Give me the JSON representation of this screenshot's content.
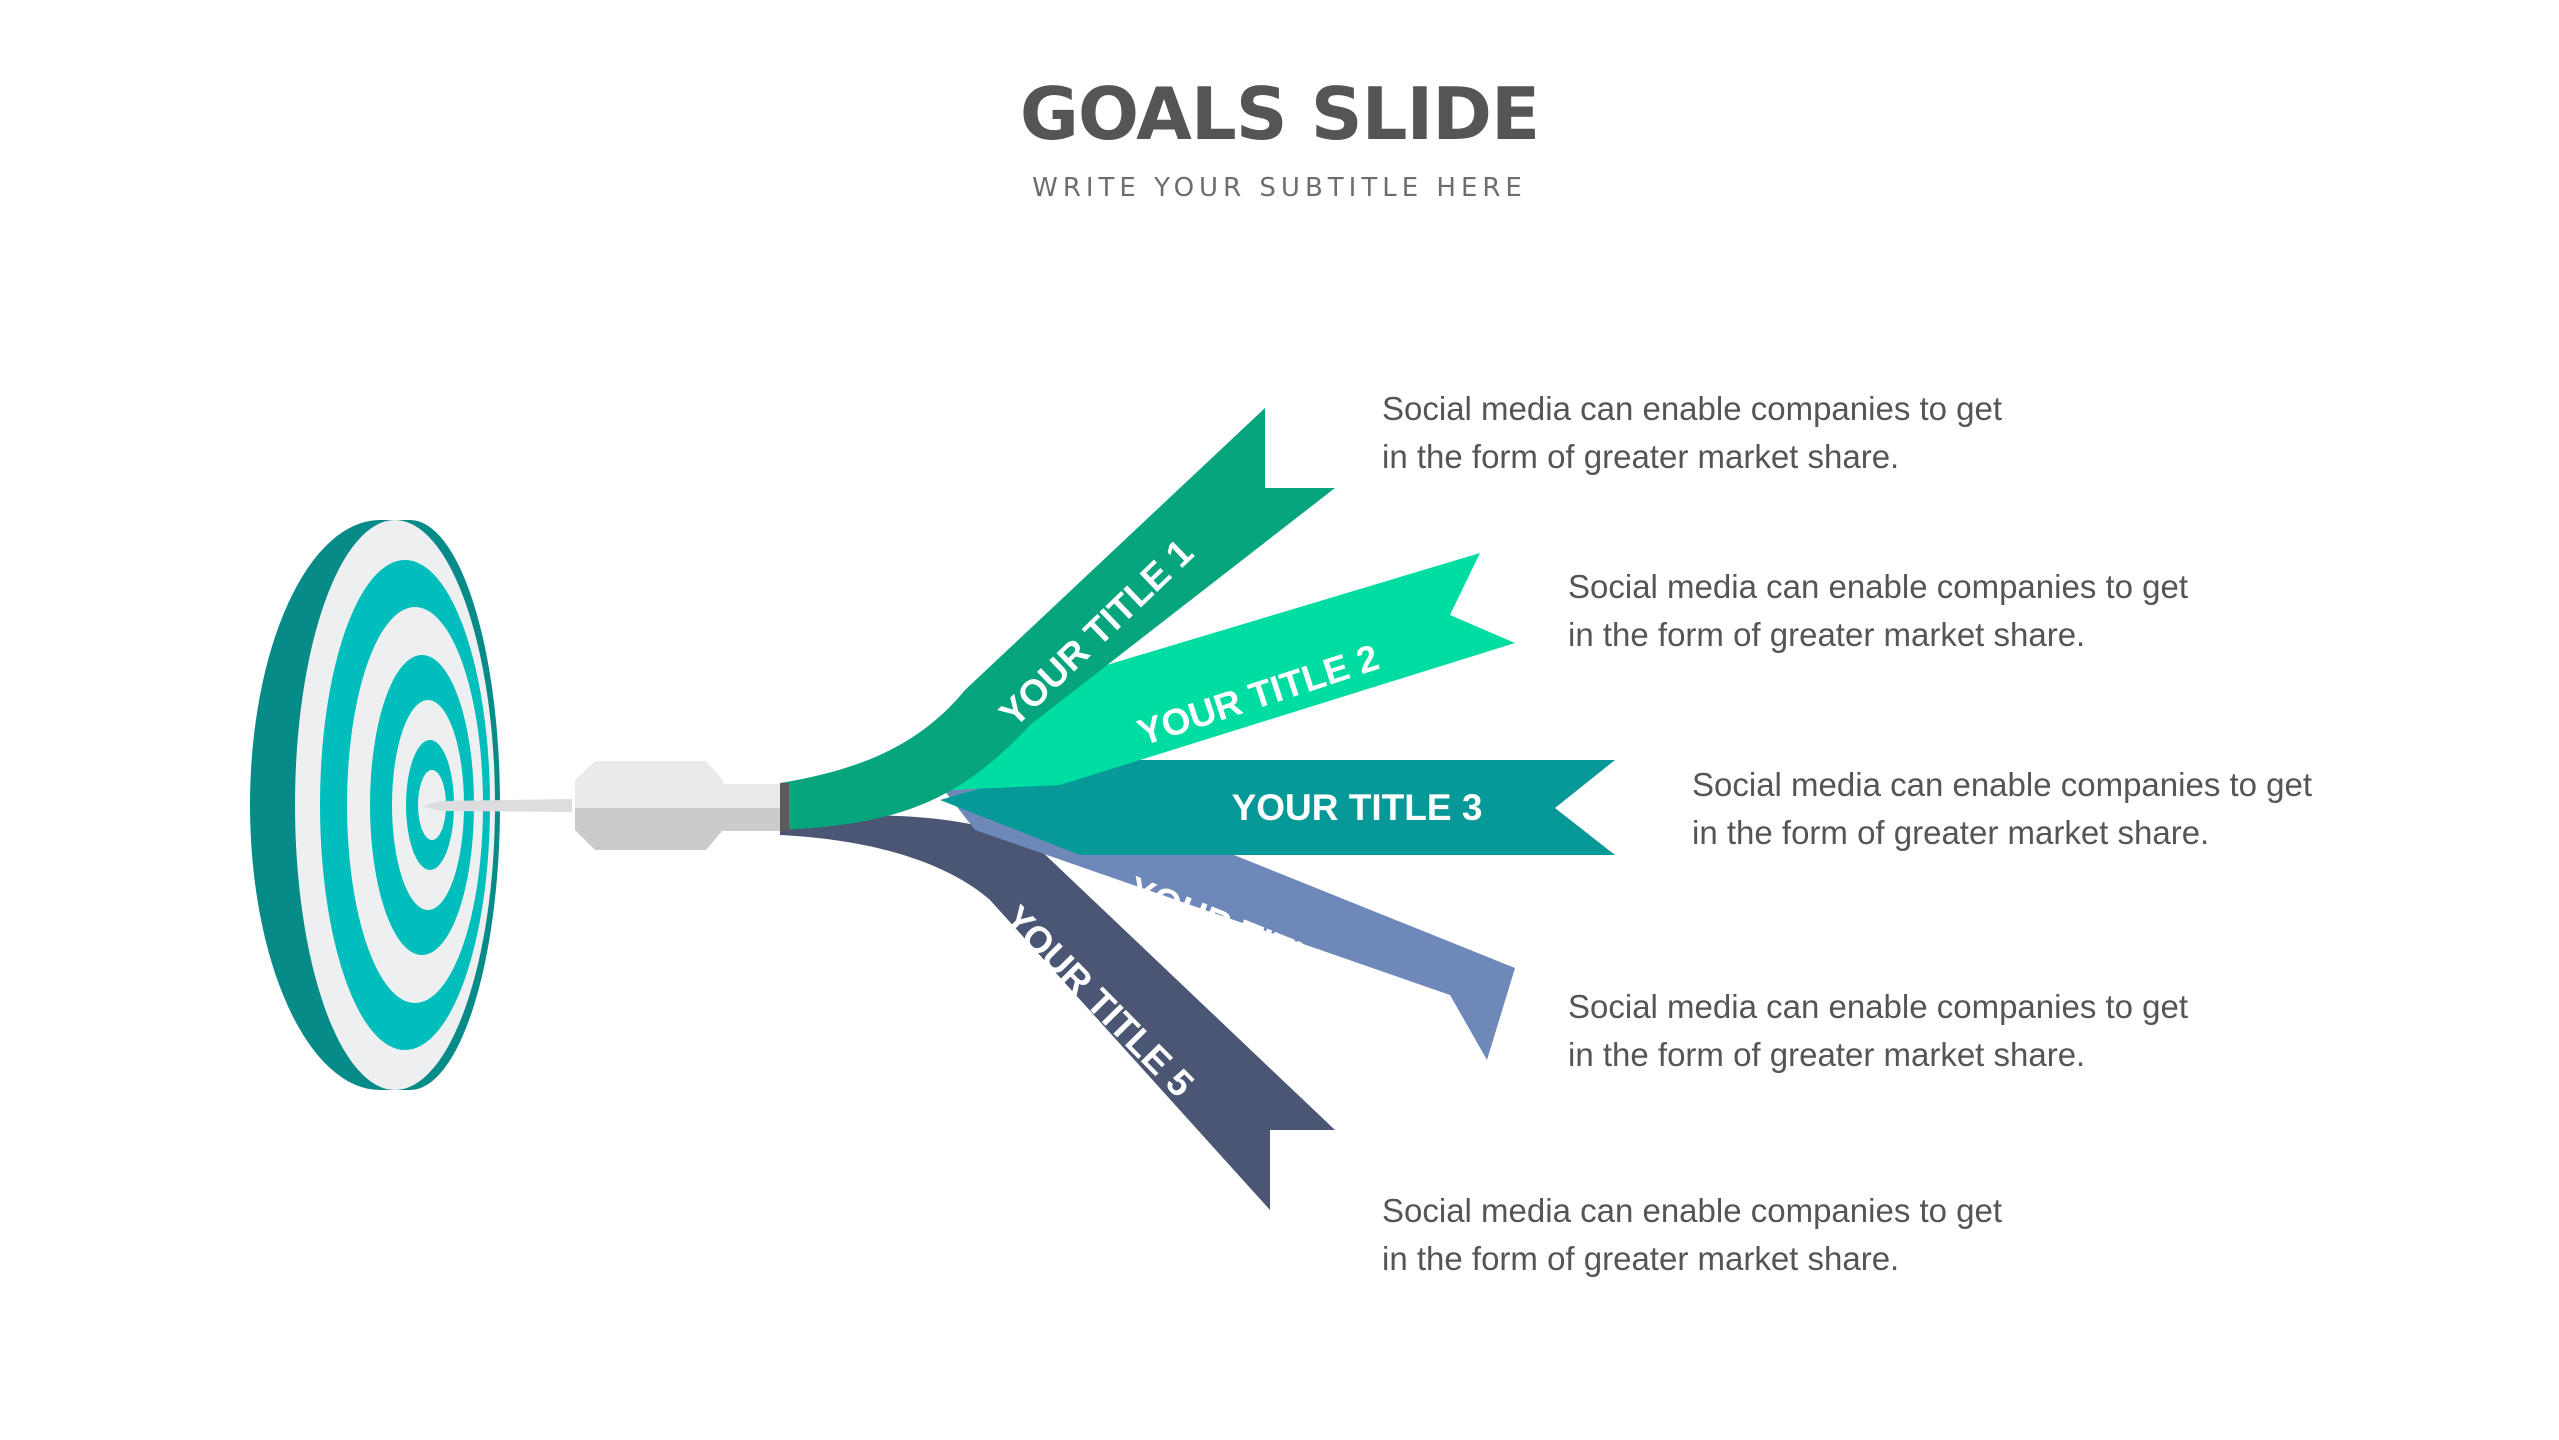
{
  "slide": {
    "title": "GOALS SLIDE",
    "subtitle": "WRITE YOUR SUBTITLE HERE"
  },
  "ribbons": [
    {
      "label": "YOUR TITLE 1",
      "color": "#07A57E",
      "desc_line1": "Social media can enable companies to get",
      "desc_line2": "in the form of greater market share."
    },
    {
      "label": "YOUR TITLE 2",
      "color": "#00DDA2",
      "desc_line1": "Social media can enable companies to get",
      "desc_line2": "in the form of greater market share."
    },
    {
      "label": "YOUR TITLE 3",
      "color": "#079997",
      "desc_line1": "Social media can enable companies to get",
      "desc_line2": "in the form of greater market share."
    },
    {
      "label": "YOUR TITLE 4",
      "color": "#6D88B9",
      "desc_line1": "Social media can enable companies to get",
      "desc_line2": "in the form of greater market share."
    },
    {
      "label": "YOUR TITLE 5",
      "color": "#4A5674",
      "desc_line1": "Social media can enable companies to get",
      "desc_line2": "in the form of greater market share."
    }
  ],
  "target": {
    "ring_color": "#00BEBC",
    "side_color": "#078B88",
    "light_color": "#EEEFF0"
  },
  "dart": {
    "body_color": "#EAEAEA",
    "shadow_color": "#CBCBCD",
    "collar_color": "#5A5A5A"
  }
}
